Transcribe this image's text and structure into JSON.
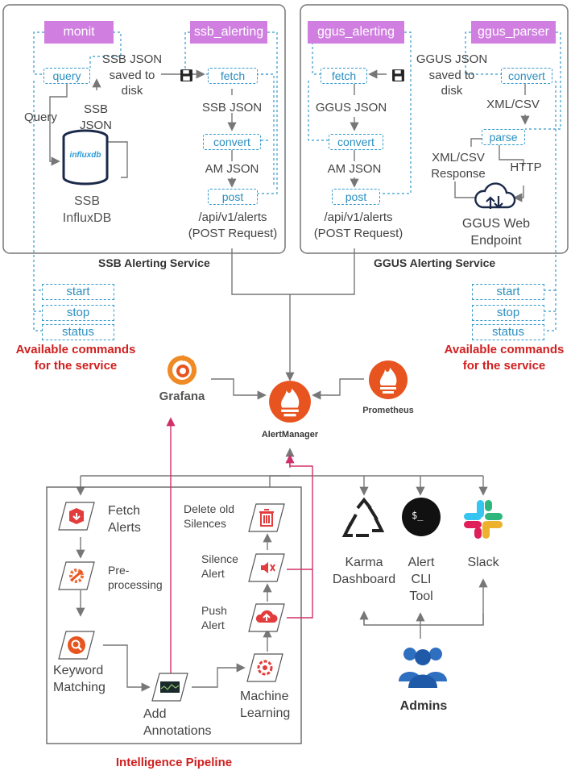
{
  "ssb_service": {
    "title": "SSB Alerting Service",
    "monit": "monit",
    "ssb_alerting": "ssb_alerting",
    "query": "query",
    "fetch": "fetch",
    "convert": "convert",
    "post": "post",
    "ssb_json_saved": "SSB JSON\nsaved to\ndisk",
    "query_label": "Query",
    "ssb_json_small": "SSB\nJSON",
    "ssb_json": "SSB JSON",
    "am_json": "AM JSON",
    "api": "/api/v1/alerts\n(POST Request)",
    "influx_logo": "influxdb",
    "influx_label": "SSB\nInfluxDB"
  },
  "ggus_service": {
    "title": "GGUS Alerting Service",
    "ggus_alerting": "ggus_alerting",
    "ggus_parser": "ggus_parser",
    "fetch": "fetch",
    "convert": "convert",
    "convert2": "convert",
    "parse": "parse",
    "post": "post",
    "ggus_json_saved": "GGUS JSON\nsaved to\ndisk",
    "ggus_json": "GGUS JSON",
    "am_json": "AM JSON",
    "xml_csv": "XML/CSV",
    "xml_csv_response": "XML/CSV\nResponse",
    "http": "HTTP",
    "endpoint": "GGUS Web\nEndpoint",
    "api": "/api/v1/alerts\n(POST Request)"
  },
  "commands": {
    "left": [
      "start",
      "stop",
      "status"
    ],
    "right": [
      "start",
      "stop",
      "status"
    ],
    "caption": "Available commands\nfor the service"
  },
  "center": {
    "grafana": "Grafana",
    "prometheus": "Prometheus",
    "alertmanager": "AlertManager"
  },
  "pipeline": {
    "title": "Intelligence Pipeline",
    "fetch_alerts": "Fetch\nAlerts",
    "preprocessing": "Pre-\nprocessing",
    "keyword": "Keyword\nMatching",
    "annotations": "Add\nAnnotations",
    "ml": "Machine\nLearning",
    "push": "Push\nAlert",
    "silence": "Silence\nAlert",
    "delete": "Delete old\nSilences"
  },
  "consumers": {
    "karma": "Karma\nDashboard",
    "cli": "Alert\nCLI\nTool",
    "slack": "Slack",
    "admins": "Admins"
  },
  "colors": {
    "accent_blue": "#3399cc",
    "purple": "#d07fe0",
    "red": "#d02020",
    "orange": "#e8541f",
    "pink": "#d0306a"
  }
}
